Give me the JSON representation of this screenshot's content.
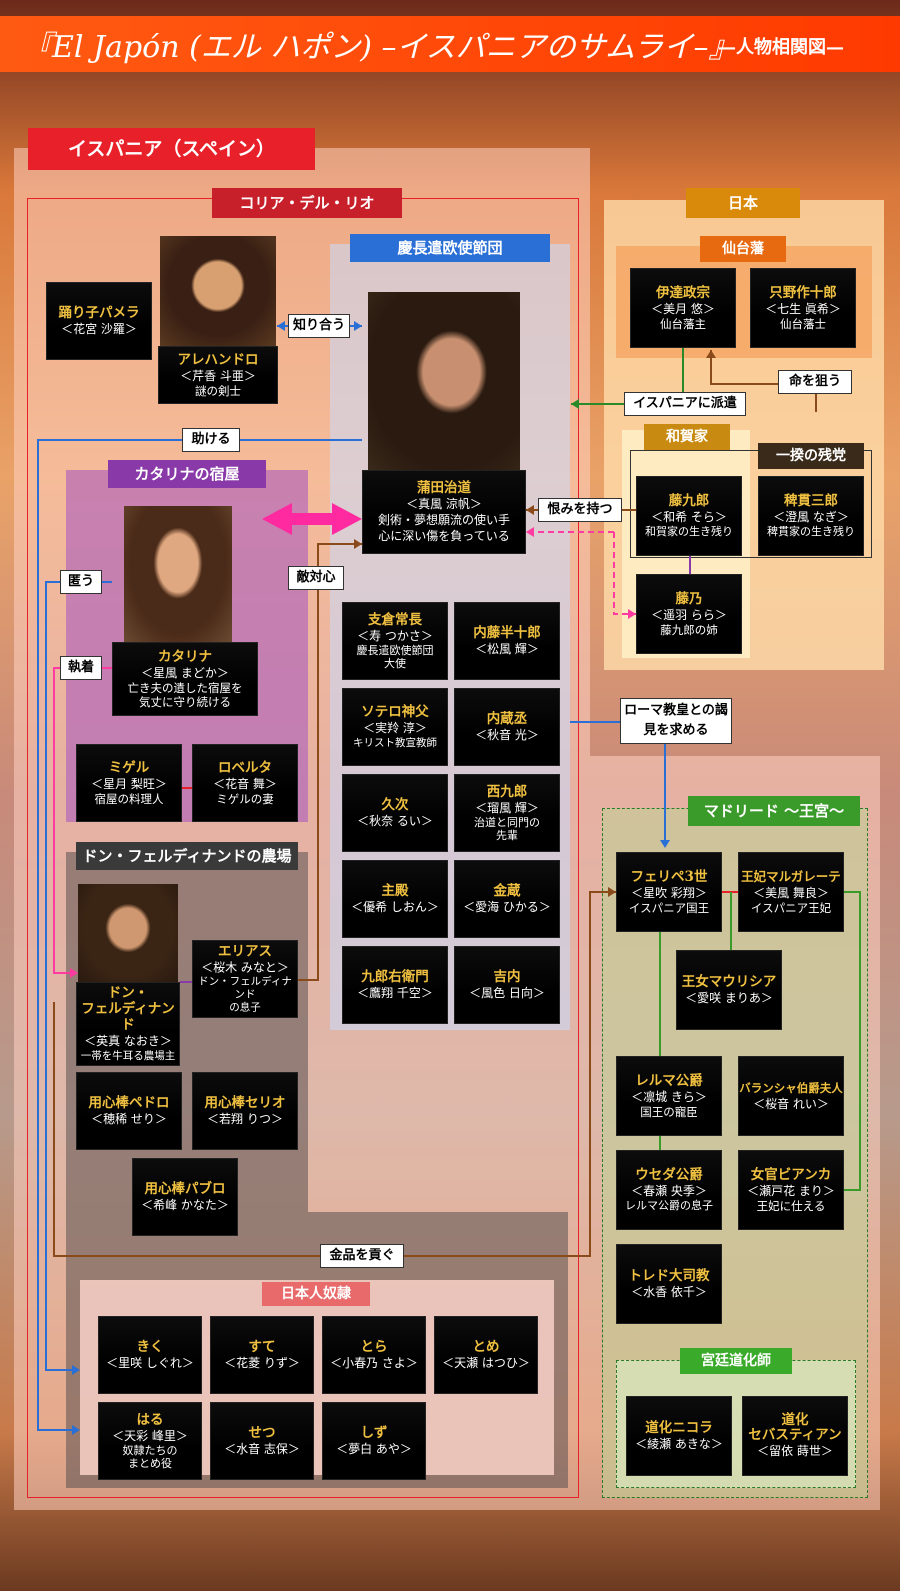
{
  "header": {
    "title": "『El Japón (エル ハポン) –イスパニアのサムライ–』",
    "subtitle": "—人物相関図—"
  },
  "sections": {
    "spain": "イスパニア（スペイン）",
    "corria": "コリア・デル・リオ",
    "keicho": "慶長遣欧使節団",
    "catalina_inn": "カタリナの宿屋",
    "farm": "ドン・フェルディナンドの農場",
    "slaves": "日本人奴隷",
    "japan": "日本",
    "sendai": "仙台藩",
    "waga": "和賀家",
    "ikki": "一揆の残党",
    "madrid": "マドリード ～王宮～",
    "jester": "宮廷道化師"
  },
  "tags": {
    "shiriau": "知り合う",
    "tasukeru": "助ける",
    "kakumau": "匿う",
    "shuchaku": "執着",
    "tekitai": "敵対心",
    "urami": "恨みを持つ",
    "haken": "イスパニアに派遣",
    "inochi": "命を狙う",
    "rome": "ローマ教皇との謁見を求める",
    "kinpin": "金品を貢ぐ"
  },
  "people": {
    "pamela": {
      "name": "踊り子パメラ",
      "actor": "＜花宮 沙羅＞",
      "desc": ""
    },
    "alejandro": {
      "name": "アレハンドロ",
      "actor": "＜芹香 斗亜＞",
      "desc": "謎の剣士"
    },
    "harunosuke": {
      "name": "蒲田治道",
      "actor": "＜真風 涼帆＞",
      "desc": "剣術・夢想願流の使い手\n心に深い傷を負っている"
    },
    "catalina": {
      "name": "カタリナ",
      "actor": "＜星風 まどか＞",
      "desc": "亡き夫の遺した宿屋を\n気丈に守り続ける"
    },
    "miguel": {
      "name": "ミゲル",
      "actor": "＜星月 梨旺＞",
      "desc": "宿屋の料理人"
    },
    "roberta": {
      "name": "ロベルタ",
      "actor": "＜花音 舞＞",
      "desc": "ミゲルの妻"
    },
    "ferdinand": {
      "name": "ドン・\nフェルディナンド",
      "actor": "＜英真 なおき＞",
      "desc": "一帯を牛耳る農場主"
    },
    "elias": {
      "name": "エリアス",
      "actor": "＜桜木 みなと＞",
      "desc": "ドン・フェルディナンド\nの息子"
    },
    "pedro": {
      "name": "用心棒ペドロ",
      "actor": "＜穂稀 せり＞",
      "desc": ""
    },
    "serio": {
      "name": "用心棒セリオ",
      "actor": "＜若翔 りつ＞",
      "desc": ""
    },
    "pablo": {
      "name": "用心棒パブロ",
      "actor": "＜希峰 かなた＞",
      "desc": ""
    },
    "hasekura": {
      "name": "支倉常長",
      "actor": "＜寿 つかさ＞",
      "desc": "慶長遣欧使節団\n大使"
    },
    "naito": {
      "name": "内藤半十郎",
      "actor": "＜松風 輝＞",
      "desc": ""
    },
    "sotelo": {
      "name": "ソテロ神父",
      "actor": "＜実羚 淳＞",
      "desc": "キリスト教宣教師"
    },
    "kurando": {
      "name": "内蔵丞",
      "actor": "＜秋音 光＞",
      "desc": ""
    },
    "kyuji": {
      "name": "久次",
      "actor": "＜秋奈 るい＞",
      "desc": ""
    },
    "nishikuro": {
      "name": "西九郎",
      "actor": "＜瑠風 輝＞",
      "desc": "治道と同門の\n先輩"
    },
    "shuden": {
      "name": "主殿",
      "actor": "＜優希 しおん＞",
      "desc": ""
    },
    "kinzo": {
      "name": "金蔵",
      "actor": "＜愛海 ひかる＞",
      "desc": ""
    },
    "kuroemon": {
      "name": "九郎右衛門",
      "actor": "＜鷹翔 千空＞",
      "desc": ""
    },
    "kichinai": {
      "name": "吉内",
      "actor": "＜風色 日向＞",
      "desc": ""
    },
    "kiku": {
      "name": "きく",
      "actor": "＜里咲 しぐれ＞",
      "desc": ""
    },
    "sute": {
      "name": "すて",
      "actor": "＜花菱 りず＞",
      "desc": ""
    },
    "tora": {
      "name": "とら",
      "actor": "＜小春乃 さよ＞",
      "desc": ""
    },
    "tome": {
      "name": "とめ",
      "actor": "＜天瀬 はつひ＞",
      "desc": ""
    },
    "haru": {
      "name": "はる",
      "actor": "＜天彩 峰里＞",
      "desc": "奴隷たちの\nまとめ役"
    },
    "setsu": {
      "name": "せつ",
      "actor": "＜水音 志保＞",
      "desc": ""
    },
    "shizu": {
      "name": "しず",
      "actor": "＜夢白 あや＞",
      "desc": ""
    },
    "date": {
      "name": "伊達政宗",
      "actor": "＜美月 悠＞",
      "desc": "仙台藩主"
    },
    "tadano": {
      "name": "只野作十郎",
      "actor": "＜七生 眞希＞",
      "desc": "仙台藩士"
    },
    "tokuro": {
      "name": "藤九郎",
      "actor": "＜和希 そら＞",
      "desc": "和賀家の生き残り"
    },
    "hienuki": {
      "name": "稗貫三郎",
      "actor": "＜澄風 なぎ＞",
      "desc": "稗貫家の生き残り"
    },
    "fujino": {
      "name": "藤乃",
      "actor": "＜遥羽 らら＞",
      "desc": "藤九郎の姉"
    },
    "felipe": {
      "name": "フェリペ3世",
      "actor": "＜星吹 彩翔＞",
      "desc": "イスパニア国王"
    },
    "margarita": {
      "name": "王妃マルガレーテ",
      "actor": "＜美風 舞良＞",
      "desc": "イスパニア王妃"
    },
    "mauricia": {
      "name": "王女マウリシア",
      "actor": "＜愛咲 まりあ＞",
      "desc": ""
    },
    "lerma": {
      "name": "レルマ公爵",
      "actor": "＜凛城 きら＞",
      "desc": "国王の寵臣"
    },
    "valencia": {
      "name": "バランシャ伯爵夫人",
      "actor": "＜桜音 れい＞",
      "desc": ""
    },
    "uceda": {
      "name": "ウセダ公爵",
      "actor": "＜春瀬 央季＞",
      "desc": "レルマ公爵の息子"
    },
    "bianca": {
      "name": "女官ビアンカ",
      "actor": "＜瀬戸花 まり＞",
      "desc": "王妃に仕える"
    },
    "toledo": {
      "name": "トレド大司教",
      "actor": "＜水香 依千＞",
      "desc": ""
    },
    "nicola": {
      "name": "道化ニコラ",
      "actor": "＜綾瀬 あきな＞",
      "desc": ""
    },
    "sebastian": {
      "name": "道化\nセバスティアン",
      "actor": "＜留依 蒔世＞",
      "desc": ""
    }
  },
  "colors": {
    "title_bar": "#ff4a08",
    "section_red": "#e8202a",
    "keicho_blue": "#2a6fd6",
    "catalina_purple": "#8a3aa8",
    "farm_dark": "#4a4a4a",
    "japan_orange": "#d98a0a",
    "madrid_green": "#3a9a2a",
    "name_gold": "#f0c040"
  }
}
